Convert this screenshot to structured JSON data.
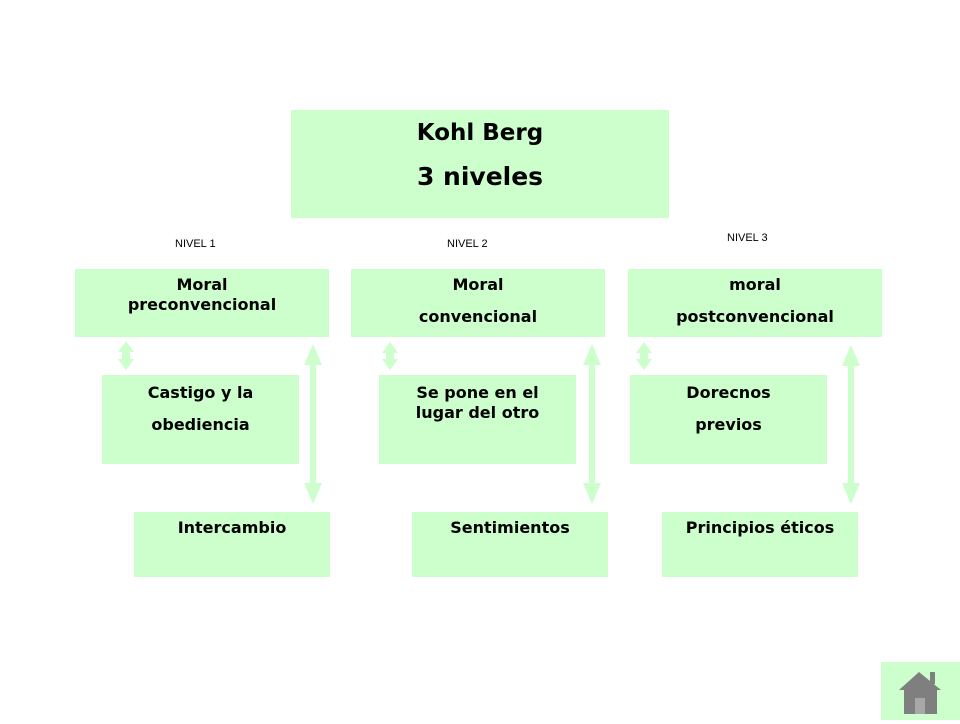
{
  "title": {
    "line1": "Kohl Berg",
    "line2": "3 niveles"
  },
  "levels": [
    {
      "label": "NIVEL 1",
      "name": [
        "Moral",
        "preconvencional"
      ],
      "stage": [
        "Castigo y la",
        "obediencia"
      ],
      "stage2": "Intercambio"
    },
    {
      "label": "NIVEL 2",
      "name": [
        "Moral",
        "convencional"
      ],
      "stage": [
        "Se pone en el",
        "lugar del otro"
      ],
      "stage2": "Sentimientos"
    },
    {
      "label": "NIVEL 3",
      "name": [
        "moral",
        "postconvencional"
      ],
      "stage": [
        "Dorecnos",
        "previos"
      ],
      "stage2": "Principios éticos"
    }
  ],
  "colors": {
    "box_fill": "#ccffcc",
    "home_icon": "#7f7f7f"
  },
  "icons": {
    "home": "home-icon"
  }
}
